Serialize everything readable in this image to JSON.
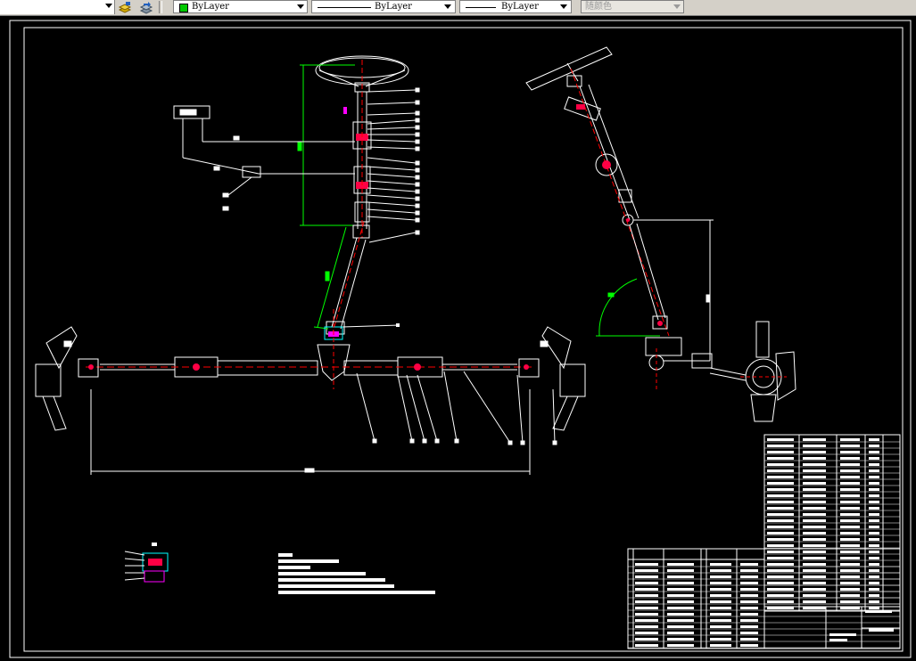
{
  "toolbar": {
    "color_control": {
      "value": "ByLayer",
      "swatch_color": "#00c800"
    },
    "linetype_control": {
      "value": "ByLayer"
    },
    "lineweight_control": {
      "value": "ByLayer"
    },
    "plotstyle_control": {
      "value": "随颜色",
      "disabled": true
    },
    "icons": [
      "layer-states-icon",
      "layer-previous-icon"
    ]
  },
  "drawing": {
    "background": "#000000",
    "colors": {
      "frame": "#ffffff",
      "centerline": "#ff0000",
      "dimension": "#00ff00",
      "part": "#ffffff",
      "accent": "#ff00ff",
      "blue": "#00ffff"
    }
  }
}
